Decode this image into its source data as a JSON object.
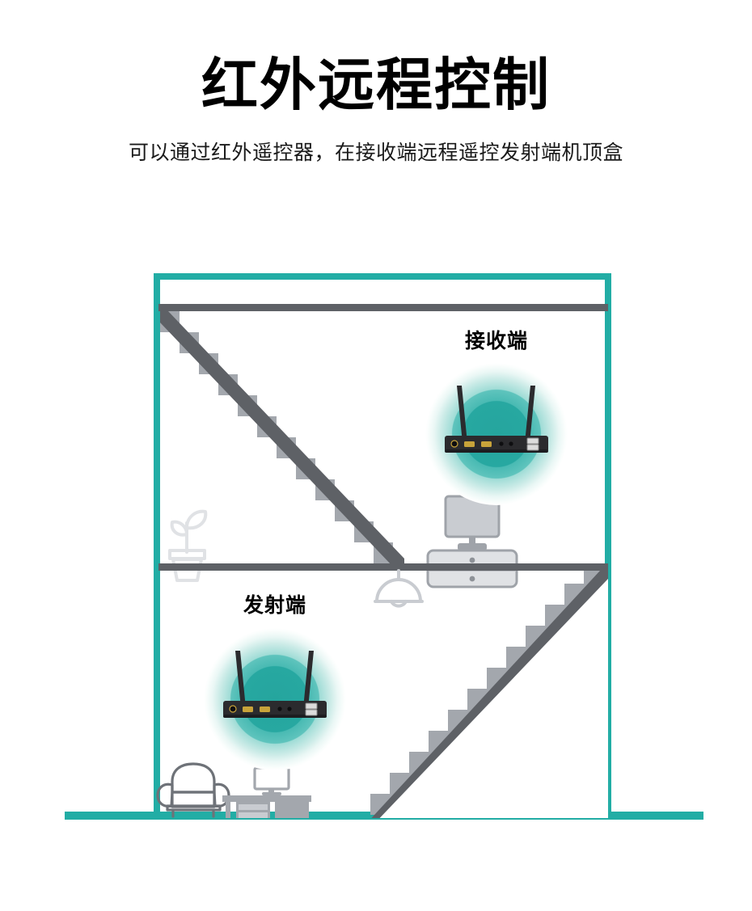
{
  "header": {
    "title": "红外远程控制",
    "subtitle": "可以通过红外遥控器，在接收端远程遥控发射端机顶盒"
  },
  "illustration": {
    "name": "two-storey-house-cutaway-diagram",
    "labels": {
      "receiver": "接收端",
      "transmitter": "发射端"
    },
    "devices": [
      {
        "id": "receiver-device",
        "label": "接收端",
        "floor": "upper",
        "type": "set-top-box-with-two-antennas"
      },
      {
        "id": "transmitter-device",
        "label": "发射端",
        "floor": "lower",
        "type": "set-top-box-with-two-antennas"
      }
    ],
    "furniture": [
      {
        "id": "potted-plant",
        "floor": "upper"
      },
      {
        "id": "tv-on-cabinet",
        "floor": "upper"
      },
      {
        "id": "staircase-descending",
        "floor": "upper",
        "steps": 12
      },
      {
        "id": "pendant-lamp",
        "floor": "lower"
      },
      {
        "id": "armchair",
        "floor": "lower"
      },
      {
        "id": "desk-with-monitor",
        "floor": "lower"
      },
      {
        "id": "staircase-ascending",
        "floor": "lower",
        "steps": 12
      }
    ]
  },
  "colors": {
    "teal": "#22ADA5",
    "teal_dark": "#25A59E",
    "teal_mid": "#63C6BF",
    "teal_light": "#BCE6E1",
    "mint_pale": "#E4F5F2",
    "gray_dark": "#5E6166",
    "gray_mid": "#A3A7AD",
    "gray_light": "#C9CCD1",
    "gray_pale": "#E0E2E5",
    "device_black": "#2B2B2E",
    "text_black": "#000000"
  }
}
